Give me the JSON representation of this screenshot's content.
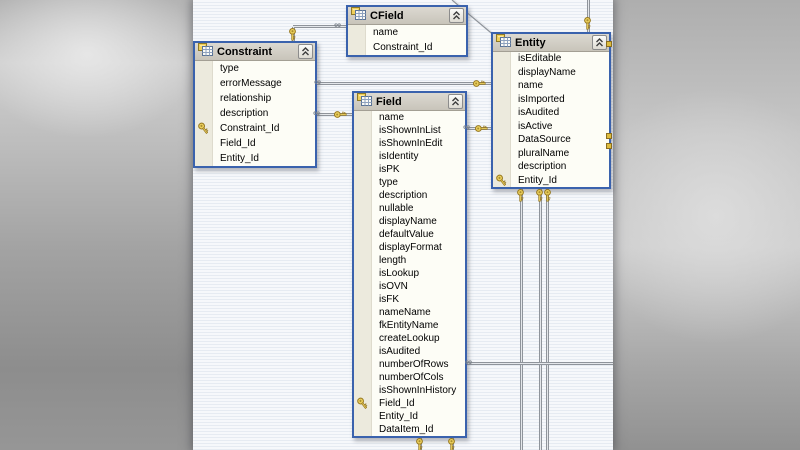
{
  "diagram": {
    "glyphs": {
      "many_end": "∞"
    },
    "colors": {
      "table_border": "#3a62ad",
      "header_bg": "#cfccc2",
      "row_bg": "#fdfdf6",
      "gutter_bg": "#eceadd",
      "line_gray": "#8f949b",
      "key_gold": "#ecd05e",
      "canvas_stripe": "#e6ebf2"
    },
    "icons": {
      "header": "table-icon",
      "collapse": "collapse-chevrons-icon",
      "primary_key": "key-icon",
      "many_endpoint": "infinity-icon",
      "one_endpoint": "key-icon"
    },
    "tables": [
      {
        "name": "CField",
        "columns": [
          {
            "label": "name",
            "key": false
          },
          {
            "label": "Constraint_Id",
            "key": false
          }
        ]
      },
      {
        "name": "Constraint",
        "columns": [
          {
            "label": "type",
            "key": false
          },
          {
            "label": "errorMessage",
            "key": false
          },
          {
            "label": "relationship",
            "key": false
          },
          {
            "label": "description",
            "key": false
          },
          {
            "label": "Constraint_Id",
            "key": true
          },
          {
            "label": "Field_Id",
            "key": false
          },
          {
            "label": "Entity_Id",
            "key": false
          }
        ]
      },
      {
        "name": "Field",
        "columns": [
          {
            "label": "name",
            "key": false
          },
          {
            "label": "isShownInList",
            "key": false
          },
          {
            "label": "isShownInEdit",
            "key": false
          },
          {
            "label": "isIdentity",
            "key": false
          },
          {
            "label": "isPK",
            "key": false
          },
          {
            "label": "type",
            "key": false
          },
          {
            "label": "description",
            "key": false
          },
          {
            "label": "nullable",
            "key": false
          },
          {
            "label": "displayName",
            "key": false
          },
          {
            "label": "defaultValue",
            "key": false
          },
          {
            "label": "displayFormat",
            "key": false
          },
          {
            "label": "length",
            "key": false
          },
          {
            "label": "isLookup",
            "key": false
          },
          {
            "label": "isOVN",
            "key": false
          },
          {
            "label": "isFK",
            "key": false
          },
          {
            "label": "nameName",
            "key": false
          },
          {
            "label": "fkEntityName",
            "key": false
          },
          {
            "label": "createLookup",
            "key": false
          },
          {
            "label": "isAudited",
            "key": false
          },
          {
            "label": "numberOfRows",
            "key": false
          },
          {
            "label": "numberOfCols",
            "key": false
          },
          {
            "label": "isShownInHistory",
            "key": false
          },
          {
            "label": "Field_Id",
            "key": true
          },
          {
            "label": "Entity_Id",
            "key": false
          },
          {
            "label": "DataItem_Id",
            "key": false
          }
        ]
      },
      {
        "name": "Entity",
        "columns": [
          {
            "label": "isEditable",
            "key": false
          },
          {
            "label": "displayName",
            "key": false
          },
          {
            "label": "name",
            "key": false
          },
          {
            "label": "isImported",
            "key": false
          },
          {
            "label": "isAudited",
            "key": false
          },
          {
            "label": "isActive",
            "key": false
          },
          {
            "label": "DataSource",
            "key": false
          },
          {
            "label": "pluralName",
            "key": false
          },
          {
            "label": "description",
            "key": false
          },
          {
            "label": "Entity_Id",
            "key": true
          }
        ]
      }
    ]
  }
}
